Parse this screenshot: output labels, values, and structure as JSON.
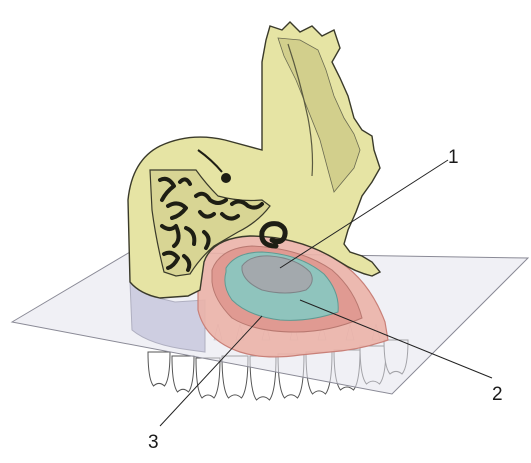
{
  "callouts": [
    {
      "id": "1",
      "text": "1"
    },
    {
      "id": "2",
      "text": "2"
    },
    {
      "id": "3",
      "text": "3"
    }
  ],
  "colors": {
    "bone": "#e6e4a4",
    "bone_shadow": "#c9c682",
    "bone_outline": "#3a3a2a",
    "plane": "#dcdce6",
    "plane_edge": "#8a8a96",
    "below_plane": "#b3b3d3",
    "gum": "#eab0a6",
    "gum_dark": "#d98f86",
    "layer_inner": "#8fc4bd",
    "layer_core": "#a3a9ad",
    "tooth": "#ffffff",
    "tooth_outline": "#555555",
    "sinus": "#1e1e14"
  },
  "icons": {
    "figure": "maxilla-section-diagram"
  }
}
